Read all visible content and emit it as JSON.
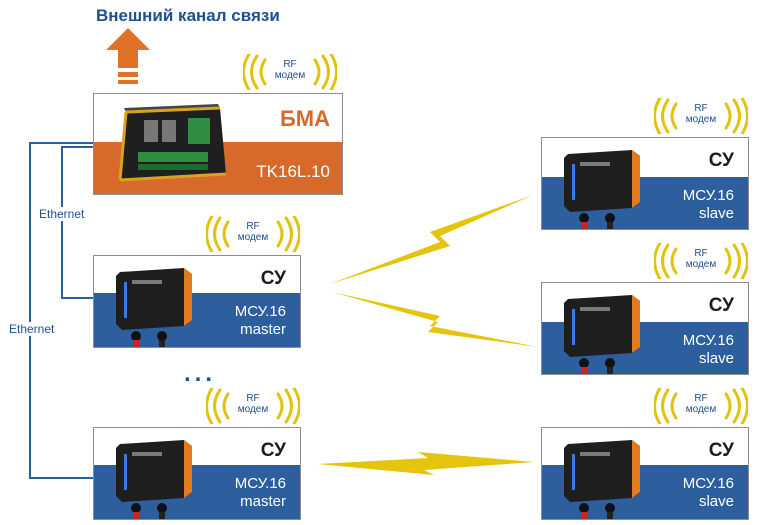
{
  "header": {
    "title": "Внешний канал связи"
  },
  "rf": {
    "line1": "RF",
    "line2": "модем"
  },
  "bma": {
    "role": "БМА",
    "model": "TK16L.10"
  },
  "ethernet": {
    "label_upper": "Ethernet",
    "label_lower": "Ethernet"
  },
  "ellipsis": "...",
  "masters": [
    {
      "role": "СУ",
      "model_line1": "МСУ.16",
      "model_line2": "master"
    },
    {
      "role": "СУ",
      "model_line1": "МСУ.16",
      "model_line2": "master"
    }
  ],
  "slaves": [
    {
      "role": "СУ",
      "model_line1": "МСУ.16",
      "model_line2": "slave"
    },
    {
      "role": "СУ",
      "model_line1": "МСУ.16",
      "model_line2": "slave"
    },
    {
      "role": "СУ",
      "model_line1": "МСУ.16",
      "model_line2": "slave"
    }
  ],
  "colors": {
    "brand_blue": "#2d5e9e",
    "brand_orange": "#d7692a",
    "rf_yellow": "#e2c20e",
    "lightning": "#e5c40c",
    "title_blue": "#1d4f91"
  }
}
